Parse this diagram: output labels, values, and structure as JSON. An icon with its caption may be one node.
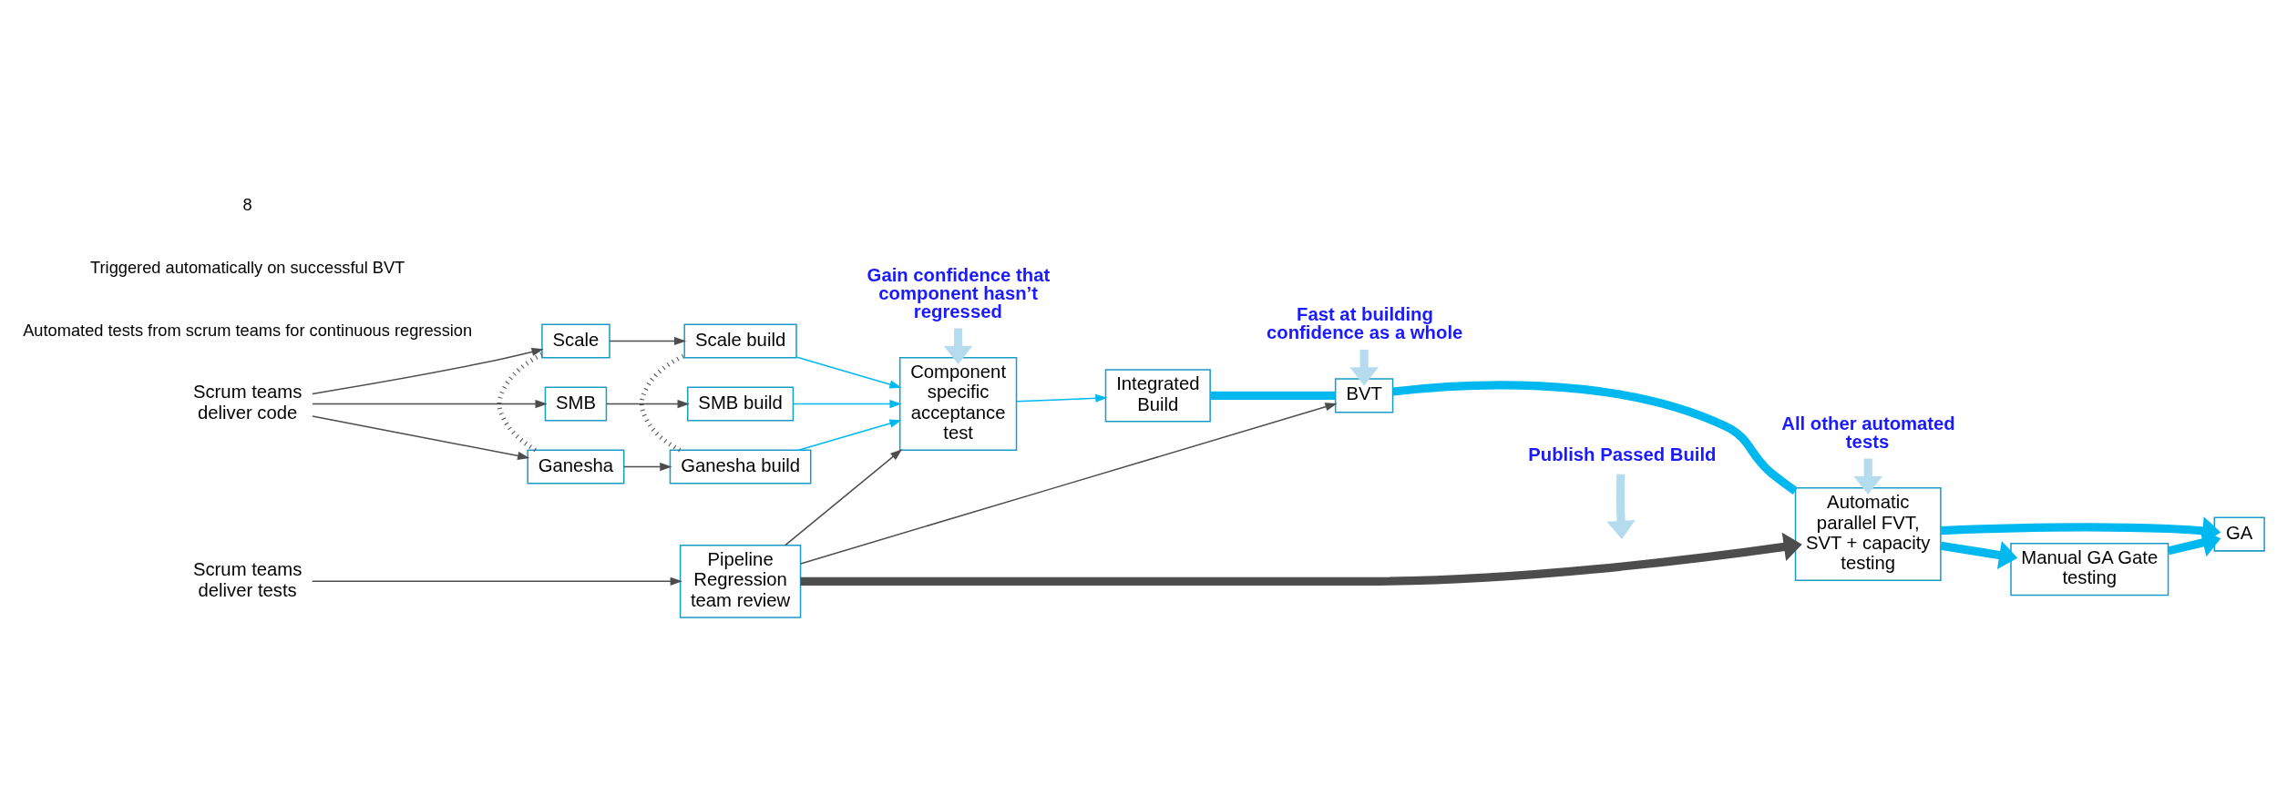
{
  "diagram": {
    "nodes": [
      {
        "text": [
          "Scrum teams deliver code"
        ]
      },
      {
        "text": [
          "SMB"
        ]
      },
      {
        "text": [
          "Ganesha"
        ]
      },
      {
        "text": [
          "Scale"
        ]
      },
      {
        "text": [
          "SMB build"
        ]
      },
      {
        "text": [
          "Ganesha build"
        ]
      },
      {
        "text": [
          "Scale build"
        ]
      },
      {
        "text": [
          "Component specific acceptance test"
        ]
      },
      {
        "text": [
          "Integrated Build"
        ]
      },
      {
        "text": [
          "BVT"
        ]
      },
      {
        "text": [
          "Automatic parallel FVT, SVT + capacity testing"
        ]
      },
      {
        "text": [
          "GA"
        ]
      },
      {
        "text": [
          "Manual GA Gate testing"
        ]
      },
      {
        "text": [
          "Scrum teams deliver tests"
        ]
      },
      {
        "text": [
          "Pipeline Regression team review"
        ]
      },
      {
        "text": [
          "Gain confidence that component hasn’t regressed"
        ]
      },
      {
        "text": [
          "Fast at building confidence as a whole"
        ]
      },
      {
        "text": [
          "Publish Passed Build"
        ]
      },
      {
        "text": [
          "All other automated tests"
        ]
      }
    ],
    "edges": [
      {
        "from": 0,
        "to": 1,
        "arrow": "to"
      },
      {
        "from": 0,
        "to": 2,
        "arrow": "to"
      },
      {
        "from": 0,
        "to": 3,
        "arrow": "to"
      },
      {
        "from": 1,
        "to": 4,
        "arrow": "to"
      },
      {
        "from": 2,
        "to": 5,
        "arrow": "to"
      },
      {
        "from": 3,
        "to": 6,
        "arrow": "to"
      },
      {
        "from": 2,
        "to": 3,
        "arrow": "none",
        "style": "dashed"
      },
      {
        "from": 5,
        "to": 6,
        "arrow": "none",
        "style": "dashed"
      },
      {
        "from": 4,
        "to": 7,
        "arrow": "to",
        "color": "#00b8f0"
      },
      {
        "from": 5,
        "to": 7,
        "arrow": "to",
        "color": "#00b8f0"
      },
      {
        "from": 6,
        "to": 7,
        "arrow": "to",
        "color": "#00b8f0"
      },
      {
        "from": 7,
        "to": 8,
        "arrow": "to",
        "color": "#00b8f0"
      },
      {
        "from": 8,
        "to": 9,
        "arrow": "none",
        "style": "thick",
        "color": "#00b8f0"
      },
      {
        "from": 9,
        "to": 10,
        "arrow": "none",
        "style": "thick",
        "color": "#00b8f0"
      },
      {
        "from": 10,
        "to": 11,
        "arrow": "to",
        "style": "thick",
        "color": "#00b8f0"
      },
      {
        "from": 10,
        "to": 12,
        "arrow": "to",
        "style": "thick",
        "color": "#00b8f0"
      },
      {
        "from": 12,
        "to": 11,
        "arrow": "to",
        "style": "thick",
        "color": "#00b8f0"
      },
      {
        "from": 13,
        "to": 14,
        "arrow": "to"
      },
      {
        "from": 14,
        "to": 7,
        "arrow": "to"
      },
      {
        "from": 14,
        "to": 9,
        "arrow": "to"
      },
      {
        "from": 14,
        "to": 10,
        "arrow": "to",
        "style": "thick"
      },
      {
        "from": 15,
        "to": 7,
        "arrow": "to",
        "style": "thick",
        "color": "#b4dcee"
      },
      {
        "from": 16,
        "to": 9,
        "arrow": "to",
        "style": "thick",
        "color": "#b4dcee"
      },
      {
        "from": 17,
        "to": null,
        "arrow": "to",
        "style": "thick",
        "color": "#b4dcee"
      },
      {
        "from": 18,
        "to": 10,
        "arrow": "to",
        "style": "thick",
        "color": "#b4dcee"
      }
    ],
    "labels": [
      "Automated tests from scrum teams for continuous regression",
      "Triggered automatically on successful BVT",
      "8"
    ]
  }
}
